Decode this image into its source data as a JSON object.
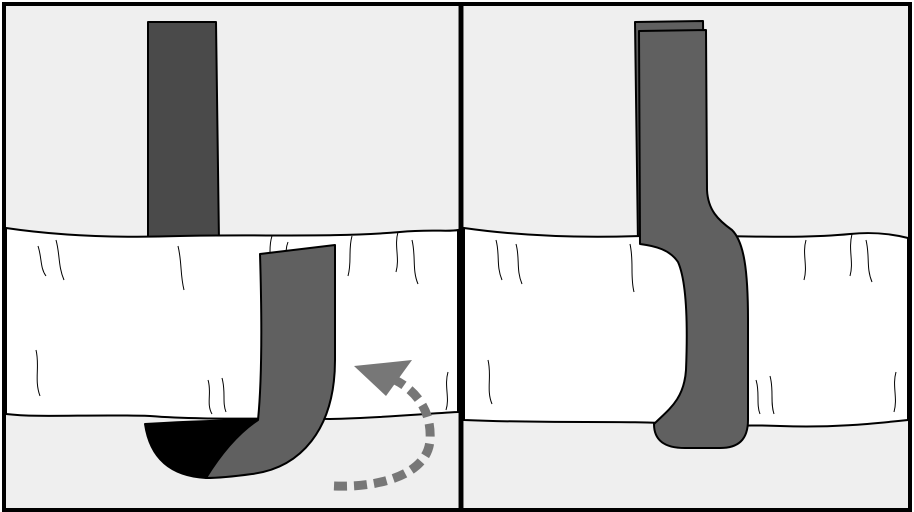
{
  "figure": {
    "panels": [
      {
        "id": "step-1",
        "description_icon": "strap-wrapping-under-pipe"
      },
      {
        "id": "step-2",
        "description_icon": "strap-wrapped-around-pipe"
      }
    ],
    "colors": {
      "background": "#efefef",
      "border": "#000000",
      "pipe_fill": "#ffffff",
      "strap_dark": "#4a4a4a",
      "strap_mid": "#606060",
      "strap_underside": "#000000",
      "arrow": "#777777"
    }
  }
}
